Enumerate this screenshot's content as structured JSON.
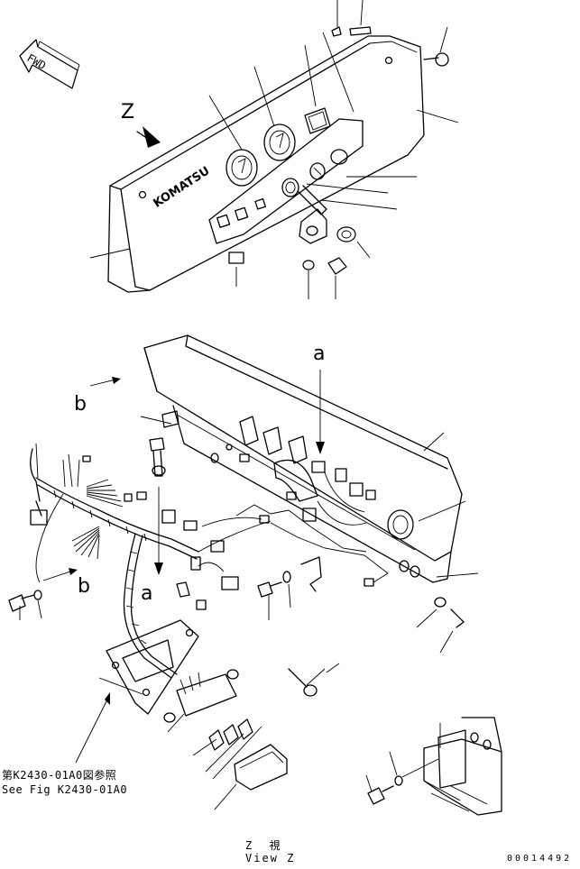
{
  "diagram": {
    "fwd_label": "FWD",
    "brand_text": "KOMATSU",
    "top_view_marker": "Z",
    "view_arrow_a": "a",
    "view_arrow_a_lower": "a",
    "view_arrow_b": "b",
    "view_arrow_b_lower": "b",
    "reference_jp": "第K2430-01A0図参照",
    "reference_en": "See Fig K2430-01A0",
    "view_caption_jp": "Z 視",
    "view_caption_en": "View Z",
    "serial_number": "00014492"
  }
}
